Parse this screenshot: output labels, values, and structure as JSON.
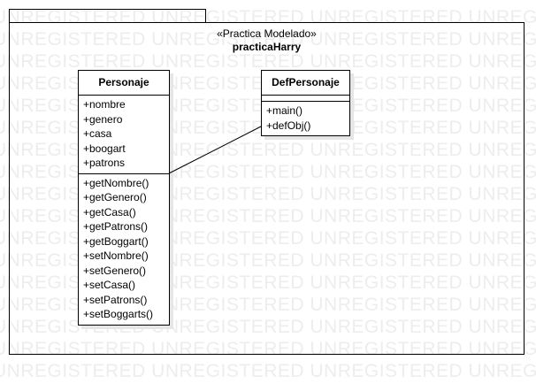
{
  "watermark": {
    "text": "UNREGISTERED UNREGISTERED UNREGISTERED UNREGISTERED UNREGISTERED"
  },
  "package": {
    "stereotype": "«Practica Modelado»",
    "name": "practicaHarry"
  },
  "classes": [
    {
      "name": "Personaje",
      "attributes": [
        "+nombre",
        "+genero",
        "+casa",
        "+boogart",
        "+patrons"
      ],
      "operations": [
        "+getNombre()",
        "+getGenero()",
        "+getCasa()",
        "+getPatrons()",
        "+getBoggart()",
        "+setNombre()",
        "+setGenero()",
        "+setCasa()",
        "+setPatrons()",
        "+setBoggarts()"
      ]
    },
    {
      "name": "DefPersonaje",
      "attributes": [],
      "operations": [
        "+main()",
        "+defObj()"
      ]
    }
  ]
}
